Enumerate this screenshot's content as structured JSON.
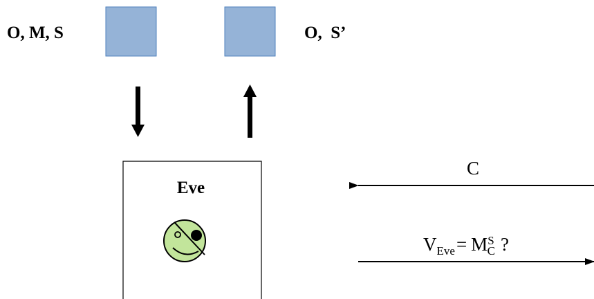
{
  "left_party": {
    "label": "O, M, S",
    "box_color": "#95b3d7",
    "arrow": "down-arrow"
  },
  "right_party": {
    "label": "O,  S’",
    "box_color": "#95b3d7",
    "arrow": "up-arrow"
  },
  "eve": {
    "label": "Eve",
    "icon": "pirate-smiley-icon",
    "face_color": "#c2e59b"
  },
  "channel": {
    "incoming_label": "C",
    "check": {
      "V": "V",
      "V_sub": "Eve",
      "equals": "=",
      "M": "M",
      "M_sup": "S",
      "M_sub": "C",
      "question": "?"
    }
  }
}
